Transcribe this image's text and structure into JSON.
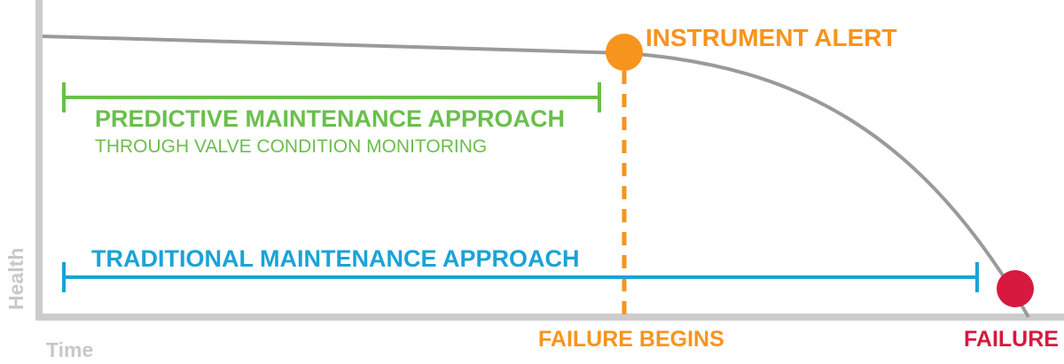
{
  "axes": {
    "y_label": "Health",
    "x_label": "Time"
  },
  "labels": {
    "instrument_alert": "INSTRUMENT ALERT",
    "predictive_title": "PREDICTIVE MAINTENANCE APPROACH",
    "predictive_subtitle": "THROUGH VALVE CONDITION MONITORING",
    "traditional_title": "TRADITIONAL MAINTENANCE APPROACH",
    "failure_begins": "FAILURE BEGINS",
    "failure": "FAILURE"
  },
  "colors": {
    "axis": "#cccccc",
    "curve": "#9a9a9a",
    "alert": "#f7941d",
    "predictive": "#6abf4b",
    "traditional": "#1aa3d6",
    "failure": "#d7193f",
    "axis_label": "#c8c8c8"
  }
}
